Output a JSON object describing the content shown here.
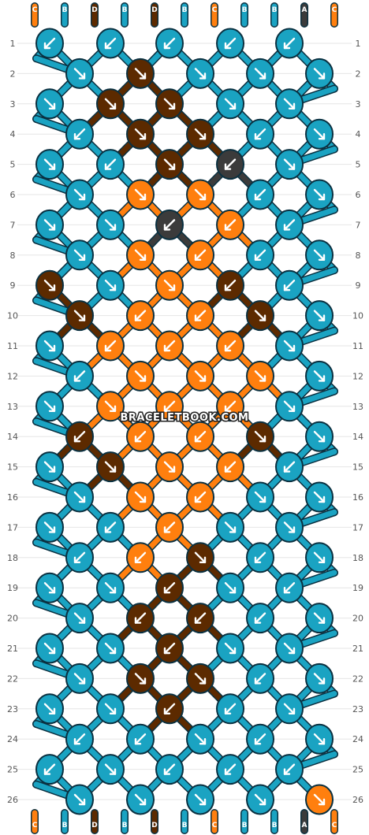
{
  "palette": {
    "A": "#3b3b3b",
    "B": "#1aa3c2",
    "C": "#ff7f0e",
    "D": "#5c2a00"
  },
  "outline_color": "#0a3040",
  "top_strings": [
    "C",
    "B",
    "D",
    "B",
    "D",
    "B",
    "C",
    "B",
    "B",
    "A",
    "C"
  ],
  "bottom_strings": [
    "C",
    "B",
    "D",
    "B",
    "D",
    "B",
    "C",
    "B",
    "B",
    "A",
    "C"
  ],
  "row_labels": [
    "1",
    "2",
    "3",
    "4",
    "5",
    "6",
    "7",
    "8",
    "9",
    "10",
    "11",
    "12",
    "13",
    "14",
    "15",
    "16",
    "17",
    "18",
    "19",
    "20",
    "21",
    "22",
    "23",
    "24",
    "25",
    "26"
  ],
  "knot_rows": [
    [
      "B",
      "B",
      "B",
      "B",
      "B"
    ],
    [
      "B",
      "D",
      "B",
      "B",
      "B"
    ],
    [
      "B",
      "D",
      "D",
      "B",
      "B"
    ],
    [
      "B",
      "D",
      "D",
      "B",
      "B"
    ],
    [
      "B",
      "B",
      "D",
      "A",
      "B"
    ],
    [
      "B",
      "C",
      "C",
      "B",
      "B"
    ],
    [
      "B",
      "B",
      "A",
      "C",
      "B"
    ],
    [
      "B",
      "C",
      "C",
      "B",
      "B"
    ],
    [
      "D",
      "B",
      "C",
      "D",
      "B"
    ],
    [
      "D",
      "C",
      "C",
      "D",
      "B"
    ],
    [
      "B",
      "C",
      "C",
      "C",
      "B"
    ],
    [
      "B",
      "C",
      "C",
      "C",
      "B"
    ],
    [
      "B",
      "C",
      "C",
      "C",
      "B"
    ],
    [
      "D",
      "C",
      "C",
      "D",
      "B"
    ],
    [
      "B",
      "D",
      "C",
      "C",
      "B"
    ],
    [
      "B",
      "C",
      "C",
      "B",
      "B"
    ],
    [
      "B",
      "B",
      "C",
      "B",
      "B"
    ],
    [
      "B",
      "C",
      "D",
      "B",
      "B"
    ],
    [
      "B",
      "B",
      "D",
      "B",
      "B"
    ],
    [
      "B",
      "D",
      "D",
      "B",
      "B"
    ],
    [
      "B",
      "B",
      "D",
      "B",
      "B"
    ],
    [
      "B",
      "D",
      "D",
      "B",
      "B"
    ],
    [
      "B",
      "B",
      "D",
      "B",
      "B"
    ],
    [
      "B",
      "B",
      "B",
      "B",
      "B"
    ],
    [
      "B",
      "B",
      "B",
      "B",
      "B"
    ],
    [
      "B",
      "B",
      "B",
      "B",
      "C"
    ]
  ],
  "arrow_rows": [
    [
      "fw",
      "fw",
      "fw",
      "fw",
      "fw"
    ],
    [
      "bw",
      "bw",
      "bw",
      "bw",
      "bw"
    ],
    [
      "bw",
      "bw",
      "bw",
      "bw",
      "bw"
    ],
    [
      "fw",
      "bw",
      "bw",
      "fw",
      "bw"
    ],
    [
      "bw",
      "fw",
      "bw",
      "fw",
      "bw"
    ],
    [
      "bw",
      "bw",
      "bw",
      "fw",
      "bw"
    ],
    [
      "bw",
      "bw",
      "fw",
      "fw",
      "fw"
    ],
    [
      "bw",
      "bw",
      "fw",
      "fw",
      "bw"
    ],
    [
      "bw",
      "bw",
      "bw",
      "fw",
      "fw"
    ],
    [
      "bw",
      "fw",
      "fw",
      "bw",
      "bw"
    ],
    [
      "bw",
      "fw",
      "fw",
      "fw",
      "bw"
    ],
    [
      "fw",
      "bw",
      "bw",
      "bw",
      "bw"
    ],
    [
      "bw",
      "bw",
      "fw",
      "fw",
      "bw"
    ],
    [
      "fw",
      "fw",
      "fw",
      "bw",
      "bw"
    ],
    [
      "bw",
      "bw",
      "bw",
      "fw",
      "fw"
    ],
    [
      "bw",
      "bw",
      "fw",
      "bw",
      "bw"
    ],
    [
      "bw",
      "fw",
      "fw",
      "bw",
      "bw"
    ],
    [
      "fw",
      "fw",
      "bw",
      "fw",
      "bw"
    ],
    [
      "bw",
      "bw",
      "fw",
      "bw",
      "fw"
    ],
    [
      "bw",
      "fw",
      "fw",
      "fw",
      "bw"
    ],
    [
      "bw",
      "bw",
      "fw",
      "bw",
      "bw"
    ],
    [
      "bw",
      "bw",
      "bw",
      "fw",
      "bw"
    ],
    [
      "bw",
      "bw",
      "fw",
      "fw",
      "bw"
    ],
    [
      "fw",
      "fw",
      "bw",
      "fw",
      "bw"
    ],
    [
      "fw",
      "bw",
      "fw",
      "fw",
      "fw"
    ],
    [
      "bw",
      "bw",
      "bw",
      "bw",
      "bw"
    ]
  ],
  "watermark": "BRACELETBOOK.COM"
}
